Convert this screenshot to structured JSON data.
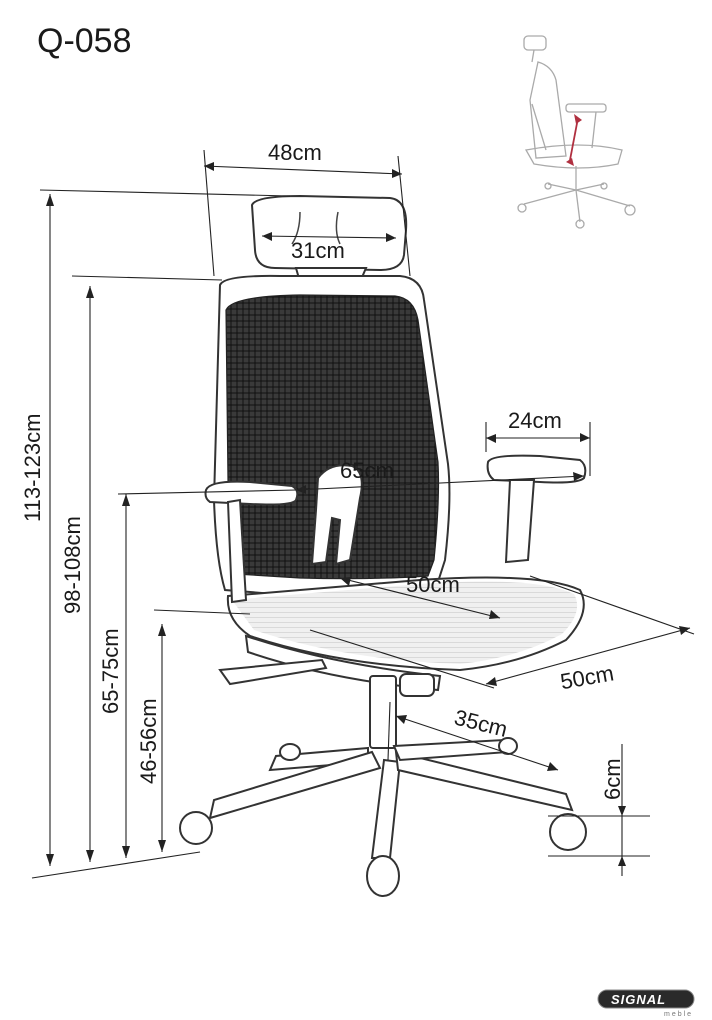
{
  "product": {
    "model": "Q-058"
  },
  "dimensions": {
    "total_width": "48cm",
    "headrest_width": "31cm",
    "armrest_length": "24cm",
    "width_between_armrests": "65cm",
    "seat_depth": "50cm",
    "seat_width": "50cm",
    "base_radius": "35cm",
    "caster_height": "6cm",
    "total_height": "113-123cm",
    "backrest_top_height": "98-108cm",
    "armrest_height": "65-75cm",
    "seat_height": "46-56cm"
  },
  "brand": {
    "name": "SIGNAL",
    "sub": "meble"
  },
  "colors": {
    "line": "#222222",
    "mesh": "#2a2a2a",
    "adjust_arrow": "#b03040"
  }
}
